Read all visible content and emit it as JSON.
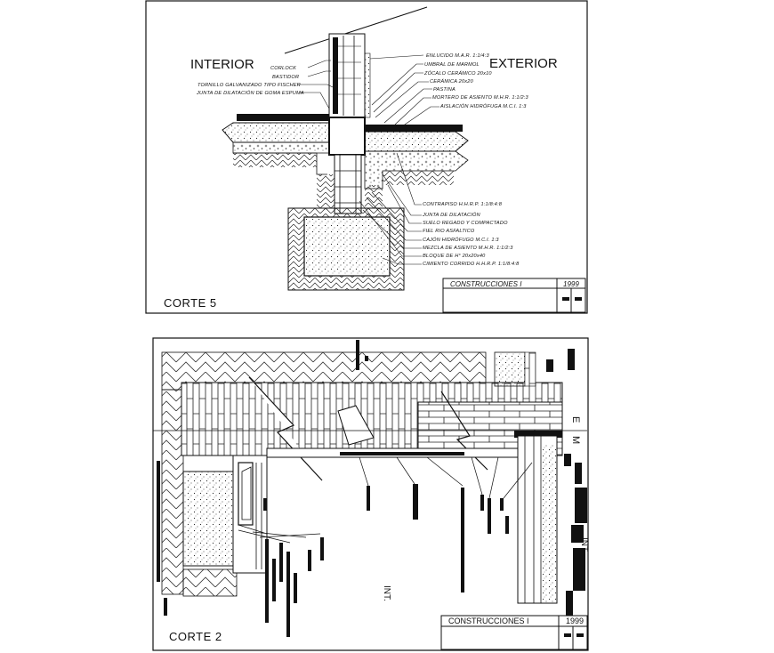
{
  "sheet_top": {
    "title": "CORTE 5",
    "interior_label": "INTERIOR",
    "exterior_label": "EXTERIOR",
    "left_callouts": [
      "CORLOCK",
      "BASTIDOR",
      "TORNILLO GALVANIZADO TIPO FISCHER",
      "JUNTA DE DILATACIÓN DE GOMA ESPUMA"
    ],
    "right_callouts_upper": [
      "ENLUCIDO M.A.R. 1:1/4:3",
      "UMBRAL DE MARMOL",
      "ZÓCALO CERÁMICO 20x10",
      "CERÁMICA 20x20",
      "PASTINA",
      "MORTERO DE ASIENTO M.H.R. 1:1/2:3",
      "AISLACIÓN HIDRÓFUGA M.C.I. 1:3"
    ],
    "right_callouts_lower": [
      "CONTRAPISO H.H.R.P. 1:1/8:4:8",
      "JUNTA DE DILATACIÓN",
      "SUELO REGADO Y COMPACTADO",
      "FIEL RIO ASFALTICO",
      "CAJÓN HIDRÓFUGO M.C.I. 1:3",
      "MEZCLA DE ASIENTO M.H.R. 1:1/2:3",
      "BLOQUE DE H° 20x20x40",
      "CIMIENTO CORRIDO H.H.R.P. 1:1/8:4:8"
    ],
    "title_block": {
      "name": "CONSTRUCCIONES I",
      "year": "1999"
    }
  },
  "sheet_bottom": {
    "title": "CORTE 2",
    "label_e": "E",
    "label_m": "M",
    "label_int_right": "INT",
    "label_int_center": "INT.",
    "title_block": {
      "name": "CONSTRUCCIONES I",
      "year": "1999"
    }
  }
}
